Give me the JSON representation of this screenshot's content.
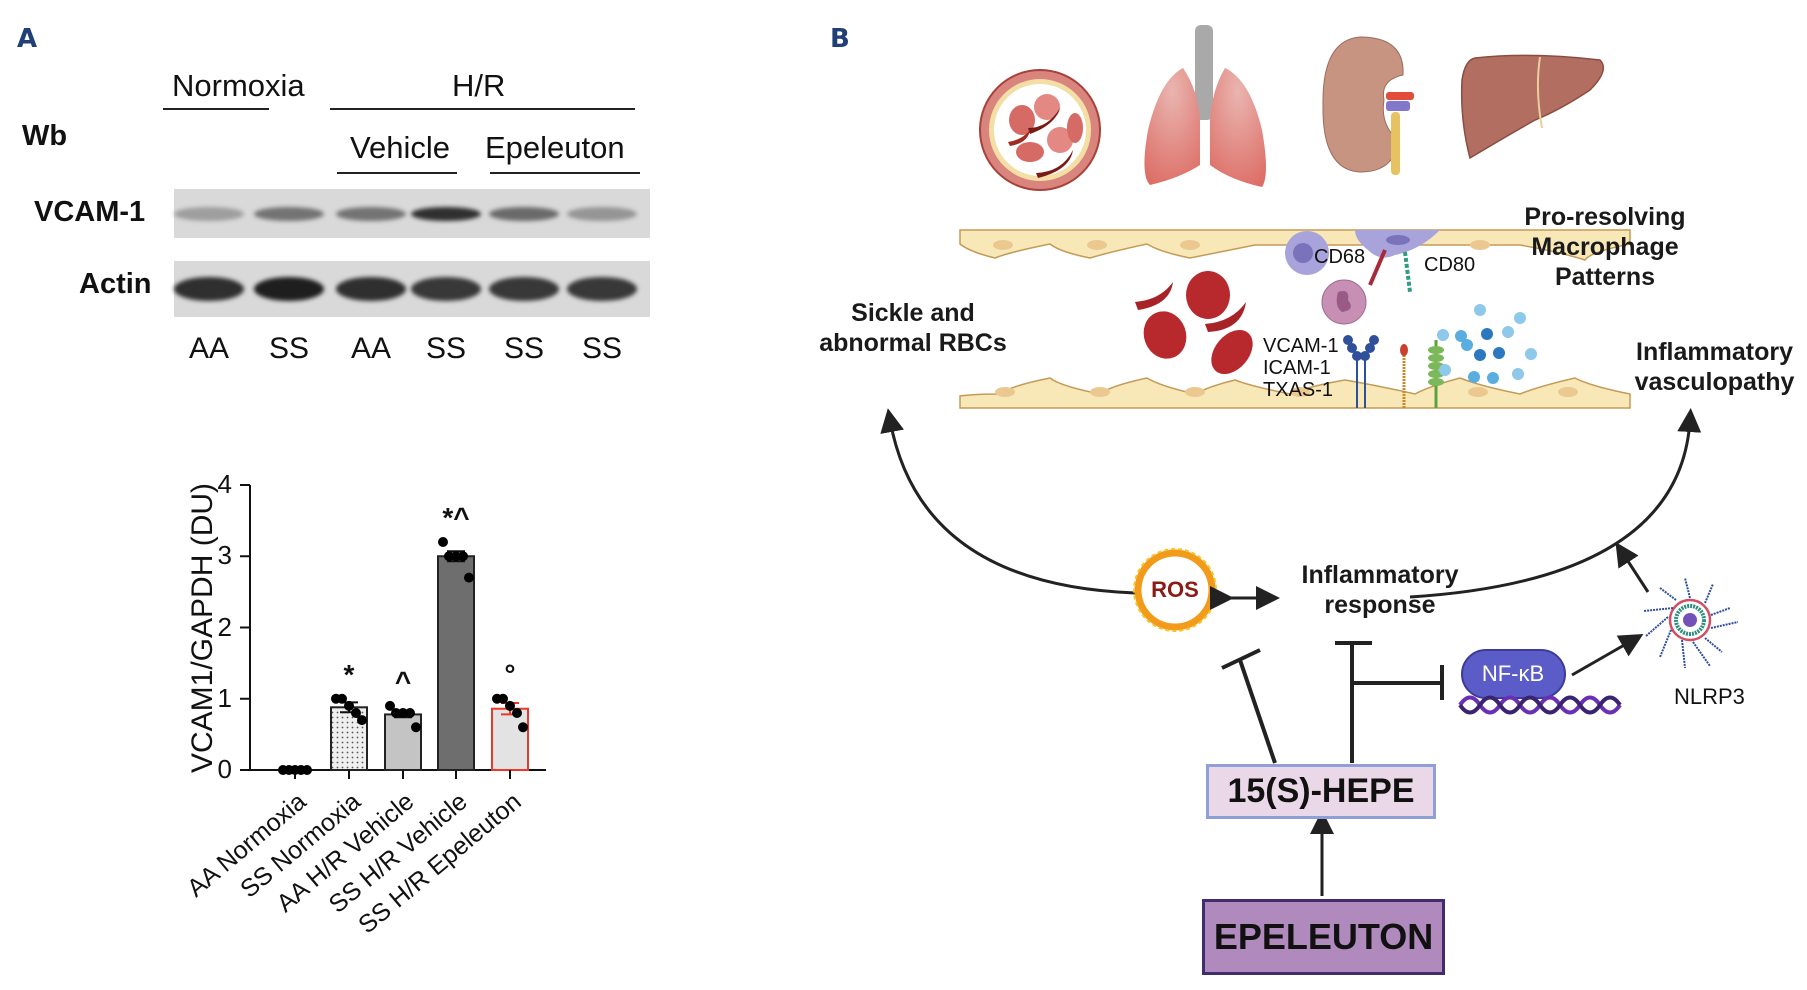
{
  "panels": {
    "a": "A",
    "b": "B"
  },
  "western_blot": {
    "row_label_wb": "Wb",
    "group_normoxia": "Normoxia",
    "group_hr": "H/R",
    "subgroup_vehicle": "Vehicle",
    "subgroup_epeleuton": "Epeleuton",
    "rows": [
      {
        "label": "VCAM-1",
        "band_intensity": [
          0.25,
          0.5,
          0.5,
          0.9,
          0.55,
          0.3
        ]
      },
      {
        "label": "Actin",
        "band_intensity": [
          0.9,
          1.0,
          0.9,
          0.85,
          0.85,
          0.85
        ]
      }
    ],
    "lanes": [
      "AA",
      "SS",
      "AA",
      "SS",
      "SS",
      "SS"
    ]
  },
  "chart_data": {
    "type": "bar",
    "title": "",
    "xlabel": "",
    "ylabel": "VCAM1/GAPDH (DU)",
    "ylim": [
      0,
      4
    ],
    "yticks": [
      "0",
      "1",
      "2",
      "3",
      "4"
    ],
    "grid": false,
    "categories": [
      "AA Normoxia",
      "SS Normoxia",
      "AA H/R Vehicle",
      "SS H/R Vehicle",
      "SS H/R Epeleuton"
    ],
    "values": [
      0.0,
      0.88,
      0.78,
      3.0,
      0.86
    ],
    "errors": [
      0.0,
      0.07,
      0.04,
      0.07,
      0.08
    ],
    "points": [
      [
        0.0,
        0.0,
        0.0,
        0.0,
        0.0
      ],
      [
        1.0,
        1.0,
        0.9,
        0.8,
        0.7
      ],
      [
        0.9,
        0.8,
        0.8,
        0.8,
        0.6
      ],
      [
        3.2,
        3.0,
        3.0,
        3.0,
        2.7
      ],
      [
        1.0,
        1.0,
        0.9,
        0.8,
        0.6
      ]
    ],
    "annotations": [
      "",
      "*",
      "^",
      "*^",
      "°"
    ],
    "bar_styles": [
      {
        "fill": "#ffffff",
        "stroke": "#222222",
        "pattern": "none"
      },
      {
        "fill": "#e6e6e6",
        "stroke": "#222222",
        "pattern": "dots"
      },
      {
        "fill": "#c4c4c4",
        "stroke": "#222222",
        "pattern": "none"
      },
      {
        "fill": "#6e6e6e",
        "stroke": "#222222",
        "pattern": "none"
      },
      {
        "fill": "#e3e3e3",
        "stroke": "#e8392b",
        "pattern": "none"
      }
    ]
  },
  "diagram": {
    "organs": [
      "blood-vessel-with-sickle-cells",
      "lungs",
      "kidney",
      "liver"
    ],
    "labels": {
      "sickle": [
        "Sickle and",
        "abnormal RBCs"
      ],
      "pro_resolving": [
        "Pro-resolving",
        "Macrophage",
        "Patterns"
      ],
      "inflam_vasc": [
        "Inflammatory",
        "vasculopathy"
      ],
      "cd68": "CD68",
      "cd80": "CD80",
      "adhesion": [
        "VCAM-1",
        "ICAM-1",
        "TXAS-1"
      ],
      "ros": "ROS",
      "inflam_resp": [
        "Inflammatory",
        "response"
      ],
      "nfkb": "NF-κB",
      "nlrp3": "NLRP3",
      "hepe": "15(S)-HEPE",
      "epeleuton": "EPELEUTON"
    },
    "colors": {
      "panel_label": "#1f3f76",
      "hepe_fill": "#ead7e8",
      "hepe_border": "#8fa0d6",
      "epeleuton_fill": "#b089bd",
      "epeleuton_border": "#3f2d6e",
      "nfkb_fill": "#5b5cc7",
      "ros_text": "#8c1c13",
      "endothelium": "#f8e8b8"
    }
  }
}
